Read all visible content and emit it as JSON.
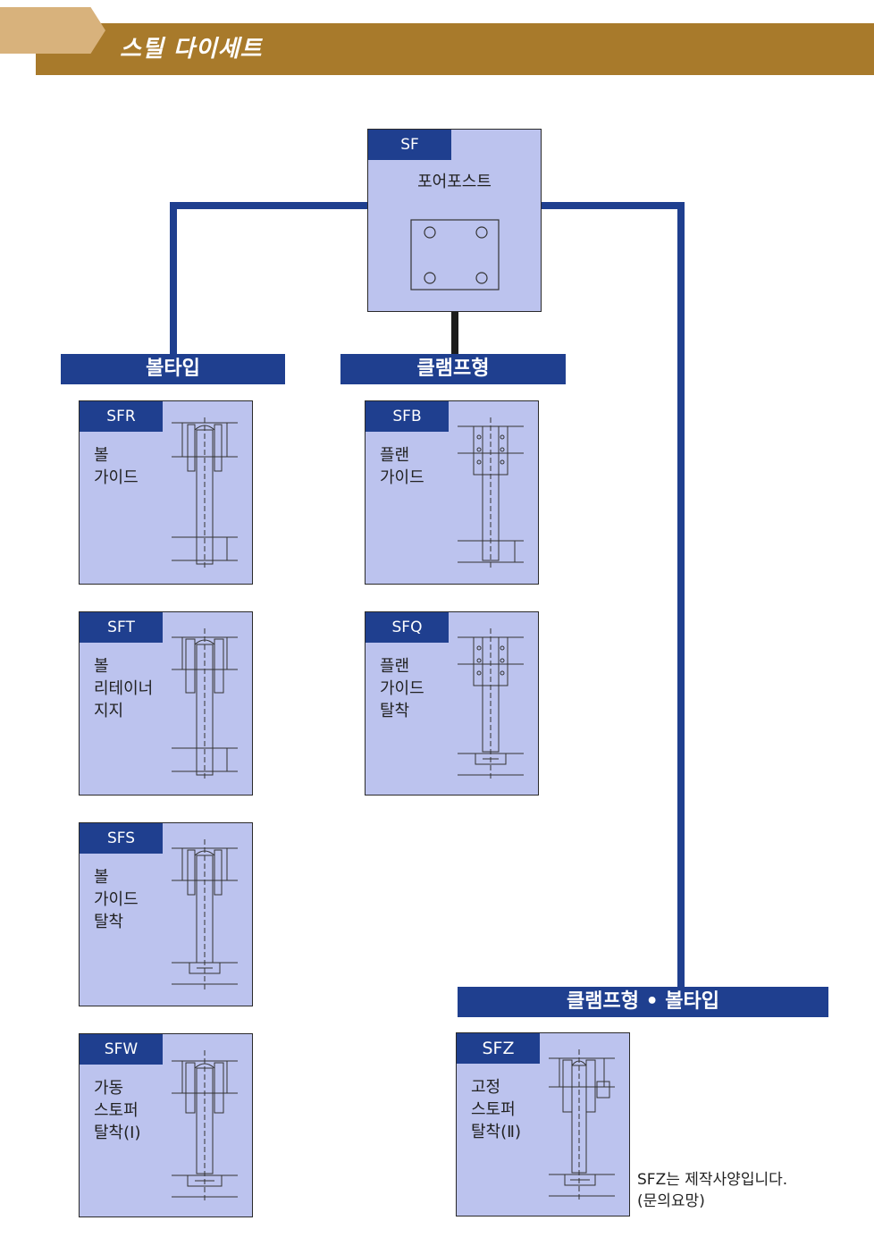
{
  "header": {
    "title": "스틸 다이세트"
  },
  "root": {
    "code": "SF",
    "label": "포어포스트"
  },
  "sections": {
    "ball": "볼타입",
    "clamp": "클램프형",
    "combo": "클램프형 • 볼타입"
  },
  "cards": {
    "sfr": {
      "code": "SFR",
      "desc": "볼\n가이드"
    },
    "sft": {
      "code": "SFT",
      "desc": "볼\n리테이너\n지지"
    },
    "sfs": {
      "code": "SFS",
      "desc": "볼\n가이드\n탈착"
    },
    "sfw": {
      "code": "SFW",
      "desc": "가동\n스토퍼\n탈착(Ⅰ)"
    },
    "sfb": {
      "code": "SFB",
      "desc": "플랜\n가이드"
    },
    "sfq": {
      "code": "SFQ",
      "desc": "플랜\n가이드\n탈착"
    },
    "sfz": {
      "code": "SFZ",
      "desc": "고정\n스토퍼\n탈착(Ⅱ)"
    }
  },
  "note": "SFZ는 제작사양입니다.\n(문의요망)",
  "colors": {
    "navy": "#1f3f8f",
    "card": "#bcc3ee",
    "gold": "#a87a2b",
    "tan": "#d8b27c"
  }
}
